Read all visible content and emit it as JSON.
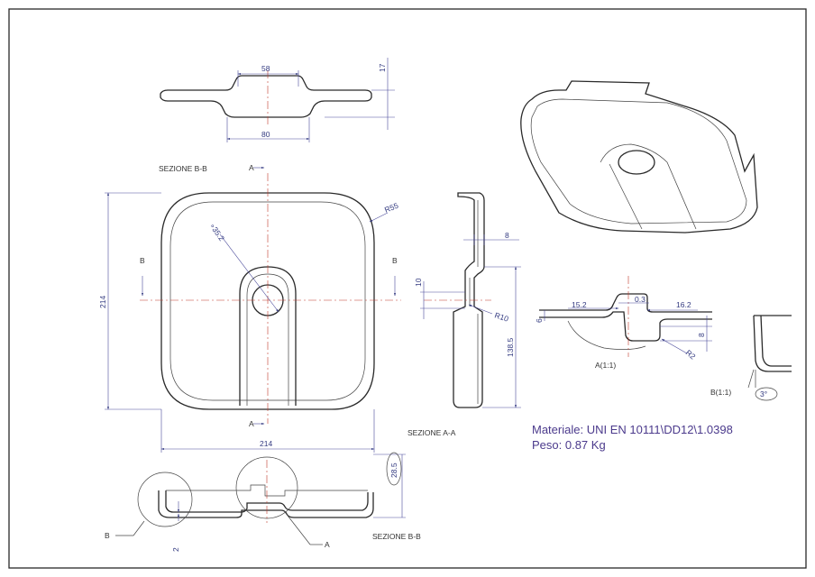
{
  "drawing": {
    "top_view_dims": {
      "inner_width": "58",
      "outer_width": "80",
      "height": "17"
    },
    "front_view": {
      "section_title": "SEZIONE B-B",
      "width": "214",
      "height": "214",
      "radius": "R55",
      "hole_diameter": "∘35.2",
      "section_marker_a_top": "A",
      "section_marker_a_bottom": "A",
      "section_marker_b_left": "B",
      "section_marker_b_right": "B"
    },
    "side_view": {
      "thickness": "8",
      "offset": "10",
      "radius": "R10",
      "height": "138.5",
      "section_title": "SEZIONE A-A"
    },
    "detail_a": {
      "left": "15.2",
      "mid": "0.3",
      "right": "16.2",
      "height_left": "6",
      "depth": "8",
      "radius": "R2",
      "label": "A(1:1)"
    },
    "detail_b": {
      "label": "B(1:1)",
      "angle": "3°"
    },
    "bottom_view": {
      "height": "28.5",
      "thickness": "2",
      "callout_b": "B",
      "callout_a": "A",
      "section_title": "SEZIONE B-B"
    },
    "material": "Materiale: UNI EN 10111\\DD12\\1.0398",
    "weight": "Peso:   0.87 Kg"
  }
}
